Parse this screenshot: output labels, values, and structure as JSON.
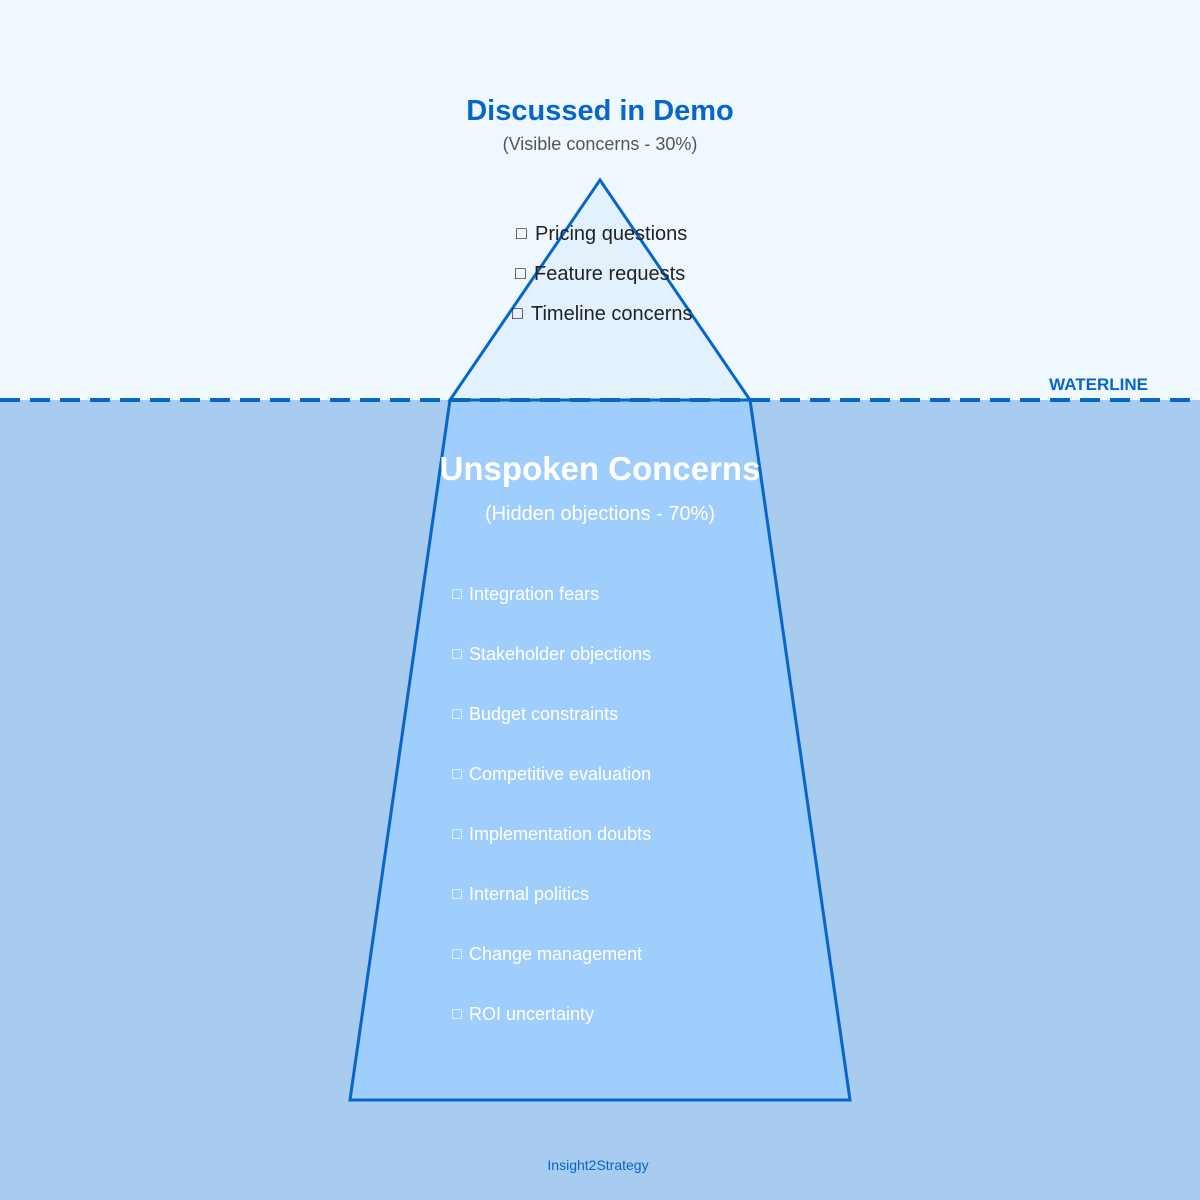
{
  "colors": {
    "sky": "#f0f8ff",
    "water": "#a8cbf0",
    "tip_fill": "#e3f1fd",
    "base_fill": "#a0cefc",
    "accent": "#0866c6",
    "dark_text": "#222222",
    "muted_text": "#555555",
    "light_text": "#ffffff"
  },
  "top": {
    "title": "Discussed in Demo",
    "subtitle": "(Visible concerns - 30%)",
    "items": [
      {
        "label": "Pricing questions"
      },
      {
        "label": "Feature requests"
      },
      {
        "label": "Timeline concerns"
      }
    ]
  },
  "waterline": {
    "label": "WATERLINE"
  },
  "bottom": {
    "title": "Unspoken Concerns",
    "subtitle": "(Hidden objections - 70%)",
    "items": [
      {
        "label": "Integration fears"
      },
      {
        "label": "Stakeholder objections"
      },
      {
        "label": "Budget constraints"
      },
      {
        "label": "Competitive evaluation"
      },
      {
        "label": "Implementation doubts"
      },
      {
        "label": "Internal politics"
      },
      {
        "label": "Change management"
      },
      {
        "label": "ROI uncertainty"
      }
    ]
  },
  "footer": {
    "brand": "Insight2Strategy"
  }
}
